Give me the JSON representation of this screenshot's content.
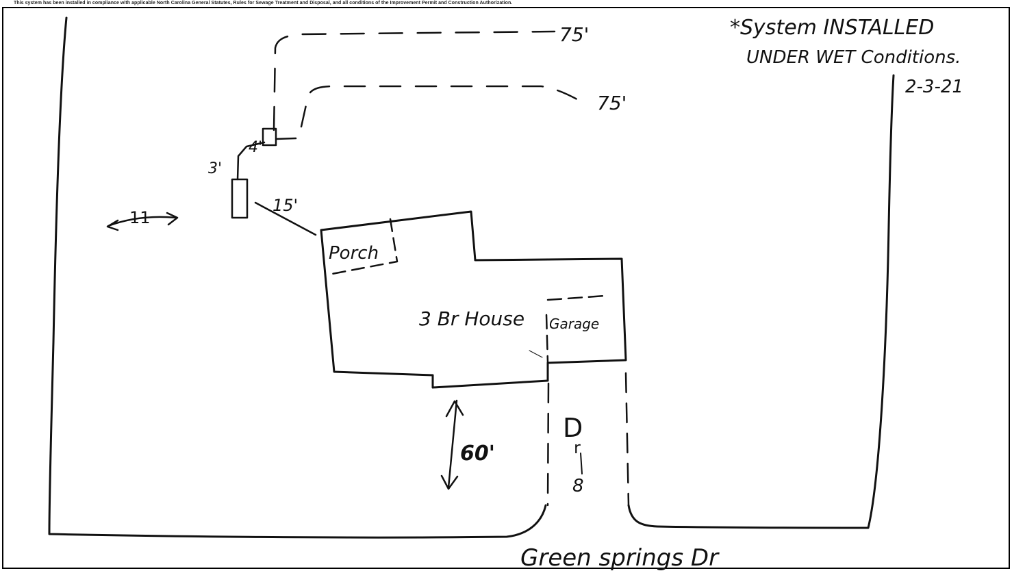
{
  "header": {
    "compliance_text": "This system has been installed in compliance with applicable North Carolina General Statutes, Rules for Sewage Treatment and Disposal, and all conditions of the Improvement Permit and Construction Authorization."
  },
  "annotation": {
    "line1": "*System INSTALLED",
    "line2": "UNDER WET Conditions.",
    "date": "2-3-21"
  },
  "labels": {
    "line_upper": "75'",
    "line_lower": "75'",
    "dim_4": "4'",
    "dim_3": "3'",
    "dim_15": "15'",
    "arrow_11": "11",
    "porch": "Porch",
    "house": "3 Br House",
    "garage": "Garage",
    "setback_60": "60'",
    "driveway": "Dr",
    "street": "Green springs Dr"
  },
  "colors": {
    "ink": "#111111",
    "paper": "#ffffff"
  }
}
